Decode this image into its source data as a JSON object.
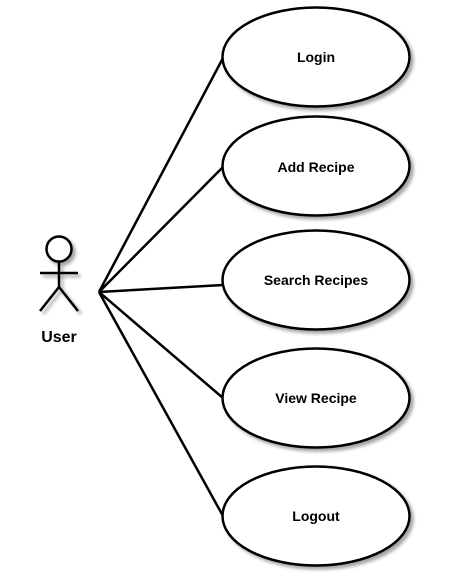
{
  "colors": {
    "stroke": "#000000",
    "fill": "#ffffff",
    "shadow": "#9a9a9a"
  },
  "actor": {
    "label": "User"
  },
  "use_cases": [
    {
      "label": "Login"
    },
    {
      "label": "Add Recipe"
    },
    {
      "label": "Search Recipes"
    },
    {
      "label": "View Recipe"
    },
    {
      "label": "Logout"
    }
  ]
}
